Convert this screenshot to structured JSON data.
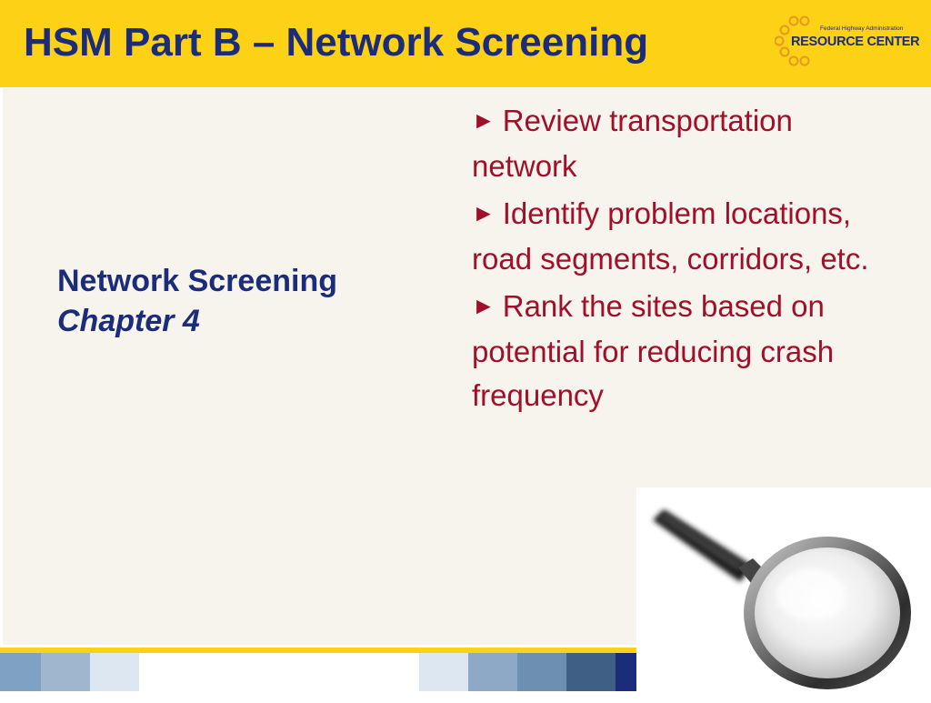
{
  "header": {
    "title": "HSM Part B – Network Screening",
    "logo_small_text": "Federal Highway Administration",
    "logo_text": "RESOURCE CENTER"
  },
  "left": {
    "heading": "Network Screening",
    "subheading": "Chapter 4"
  },
  "bullets": [
    {
      "marker": "►",
      "text": "Review transportation network"
    },
    {
      "marker": "►",
      "text": "Identify problem locations, road segments, corridors, etc."
    },
    {
      "marker": "►",
      "text": "Rank the sites based on potential for reducing crash frequency"
    }
  ],
  "colors": {
    "header_bg": "#fcd116",
    "title_text": "#1b2d7a",
    "bullet_text": "#a0102a",
    "content_bg": "#f7f4ed"
  },
  "footer_palette": [
    "#7fa2c4",
    "#9fb6cf",
    "#dde7f2",
    "#ffffff",
    "#dde7f2",
    "#8ea9c6",
    "#6d8fb2",
    "#3f5f85",
    "#1b2d7a"
  ],
  "image": {
    "icon": "magnifying-glass-icon"
  }
}
